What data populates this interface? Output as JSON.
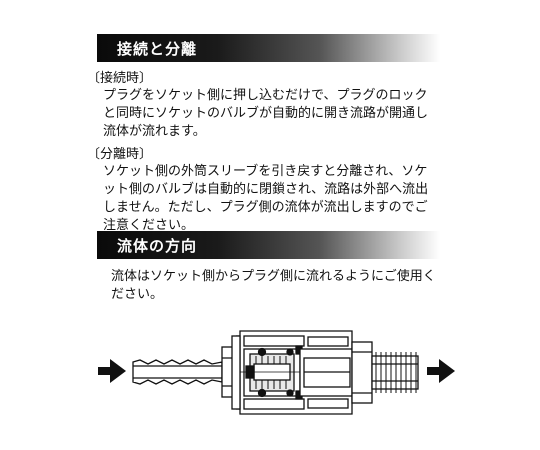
{
  "section1": {
    "heading": "接続と分離",
    "connect_label": "〔接続時〕",
    "connect_lines": [
      "プラグをソケット側に押し込むだけで、プラグのロック",
      "と同時にソケットのバルブが自動的に開き流路が開通し",
      "流体が流れます。"
    ],
    "separate_label": "〔分離時〕",
    "separate_lines": [
      "ソケット側の外筒スリーブを引き戻すと分離され、ソケ",
      "ット側のバルブは自動的に閉鎖され、流路は外部へ流出",
      "しません。ただし、プラグ側の流体が流出しますのでご",
      "注意ください。"
    ]
  },
  "section2": {
    "heading": "流体の方向",
    "lines": [
      "流体はソケット側からプラグ側に流れるようにご使用く",
      "ださい。"
    ]
  },
  "diagram": {
    "arrow_left": "flow-in-arrow-icon",
    "arrow_right": "flow-out-arrow-icon",
    "line_color": "#111111",
    "fill_color": "#ffffff"
  }
}
